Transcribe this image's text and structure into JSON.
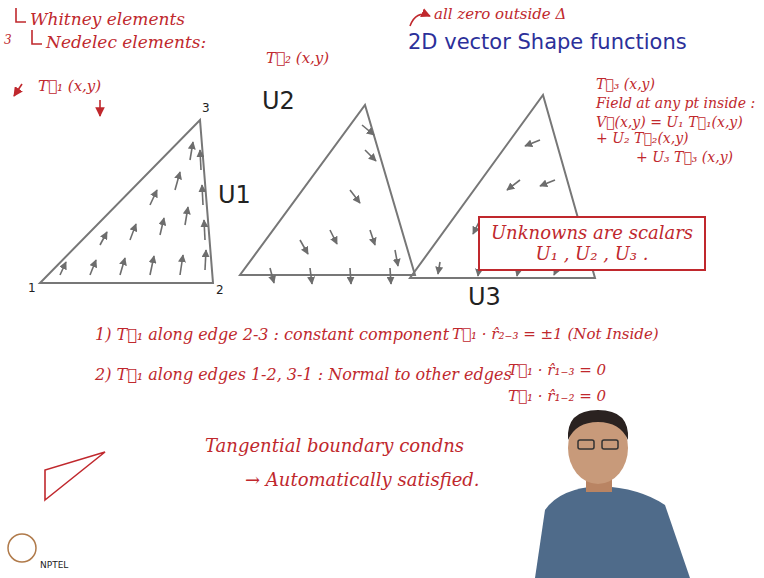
{
  "diagram": {
    "title": "2D vector Shape functions",
    "nodes": [
      {
        "text": [
          "Unknowns are scalars U₁ , U₂ , U₃ ."
        ]
      }
    ],
    "labels": [
      "3",
      "Whitney elements",
      "Nedelec elements:",
      "T⃗₂ (x,y)",
      "all zero outside Δ",
      "T⃗₁ (x,y)",
      "1",
      "2",
      "3",
      "U1",
      "U2",
      "U3",
      "T⃗₃ (x,y)",
      "Field at any pt inside :",
      "V⃗(x,y) = U₁ T⃗₁(x,y) + U₂ T⃗₂(x,y)",
      "+ U₃ T⃗₃ (x,y)",
      "1) T⃗₁ along edge 2-3 : constant component",
      "T⃗₁ · r̂₂₋₃ = ±1 (Not Inside)",
      "2) T⃗₁ along edges 1-2, 3-1 : Normal to other edges",
      "T⃗₁ · r̂₁₋₃ = 0",
      "T⃗₁ · r̂₁₋₂ = 0",
      "Tangential boundary condns",
      "→ Automatically satisfied.",
      "NPTEL"
    ]
  }
}
